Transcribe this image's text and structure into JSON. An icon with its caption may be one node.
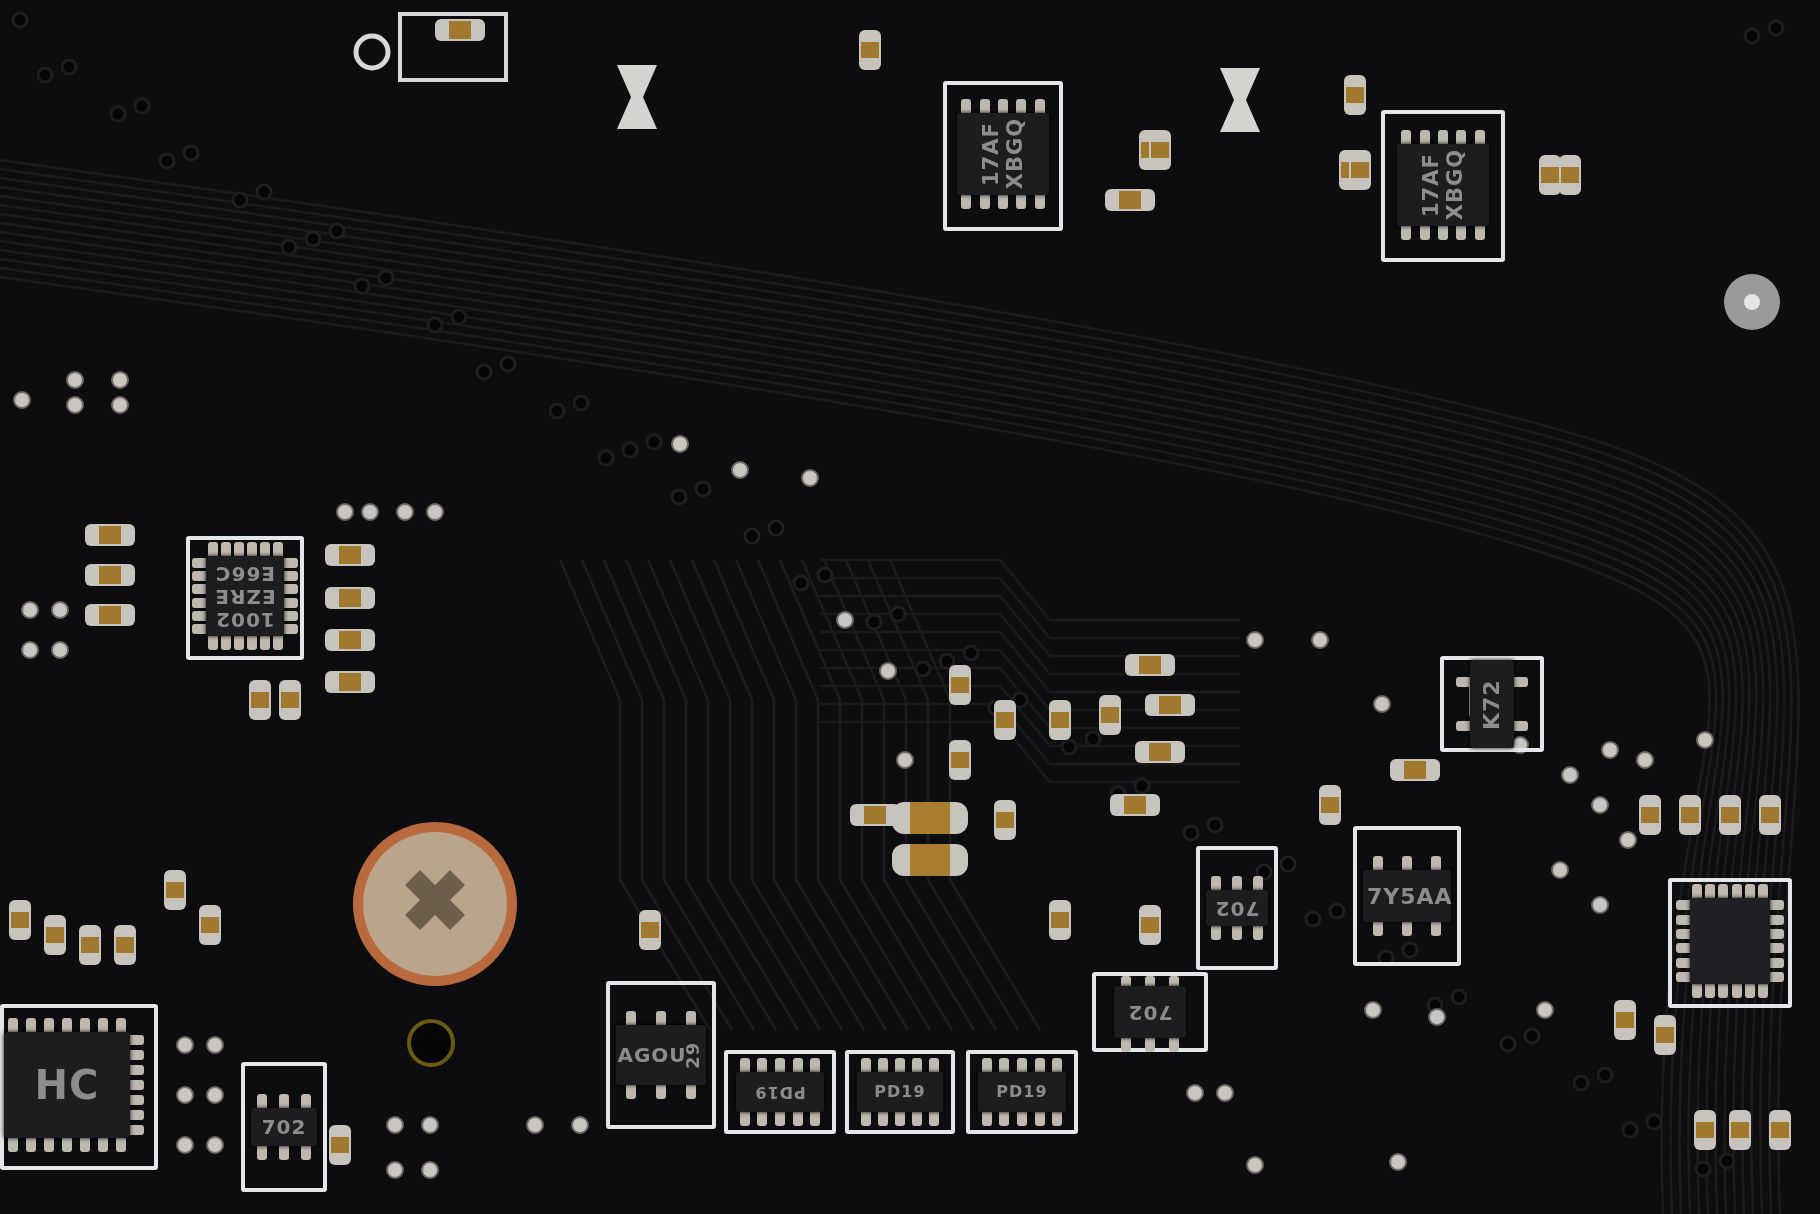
{
  "diagram": {
    "nodes": [
      {
        "text": [
          "17AF XBGQ"
        ]
      },
      {
        "text": [
          "17AF XBGQ"
        ]
      },
      {
        "text": [
          "1002 EZRE E66C"
        ]
      },
      {
        "text": [
          "K72"
        ]
      },
      {
        "text": [
          "702"
        ]
      },
      {
        "text": [
          "7Y5AA"
        ]
      },
      {
        "text": [],
        "shape": "box"
      },
      {
        "text": [
          "702"
        ]
      },
      {
        "text": [
          "HC"
        ]
      },
      {
        "text": [
          "AGOU",
          "29"
        ]
      },
      {
        "text": [
          "PD19"
        ]
      },
      {
        "text": [
          "PD19"
        ]
      },
      {
        "text": [
          "PD19"
        ]
      },
      {
        "text": [
          "702"
        ]
      }
    ]
  }
}
